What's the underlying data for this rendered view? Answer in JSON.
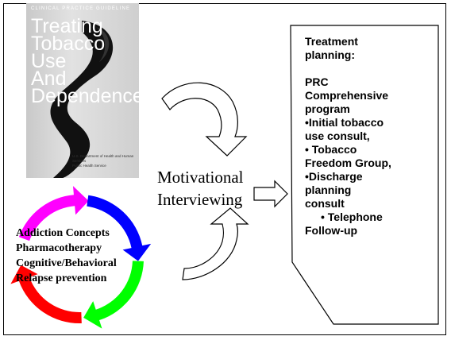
{
  "cover": {
    "header": "CLINICAL PRACTICE GUIDELINE",
    "title_lines": [
      "Treating",
      "Tobacco Use",
      "And",
      "Dependence"
    ],
    "publisher_lines": [
      "U.S. Department of Health and Human Services",
      "Public Health Service"
    ]
  },
  "center_label": {
    "lines": [
      "Motivational",
      "Interviewing"
    ]
  },
  "cycle": {
    "items": [
      "Addiction Concepts",
      "Pharmacotherapy",
      "Cognitive/Behavioral",
      "Relapse prevention"
    ],
    "arrow_colors": [
      "#ff00ff",
      "#0000ff",
      "#00ff00",
      "#ff0000"
    ]
  },
  "treatment_plan": {
    "heading_lines": [
      "Treatment",
      "planning:"
    ],
    "program_lines": [
      "PRC",
      "Comprehensive",
      "program"
    ],
    "bullets": [
      [
        "•Initial tobacco",
        "use consult,"
      ],
      [
        "• Tobacco",
        "Freedom Group,"
      ],
      [
        "•Discharge",
        "planning",
        "consult"
      ]
    ],
    "followup_lines": [
      "• Telephone",
      "Follow-up"
    ]
  }
}
